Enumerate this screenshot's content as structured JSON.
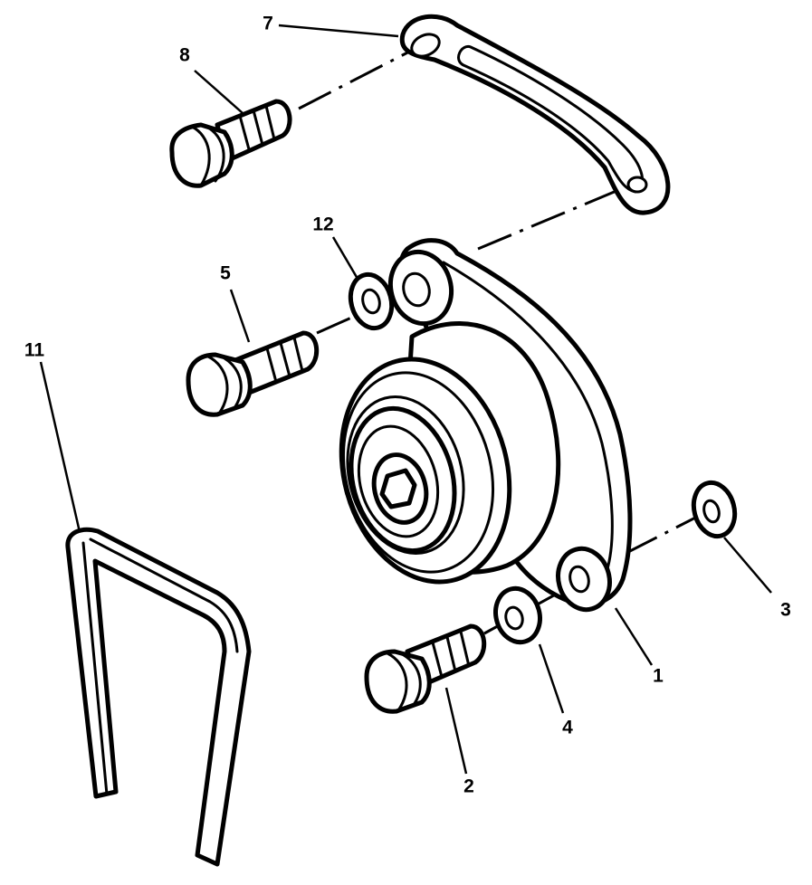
{
  "callouts": {
    "c1": "1",
    "c2": "2",
    "c3": "3",
    "c4": "4",
    "c5": "5",
    "c7": "7",
    "c8": "8",
    "c11": "11",
    "c12": "12"
  }
}
